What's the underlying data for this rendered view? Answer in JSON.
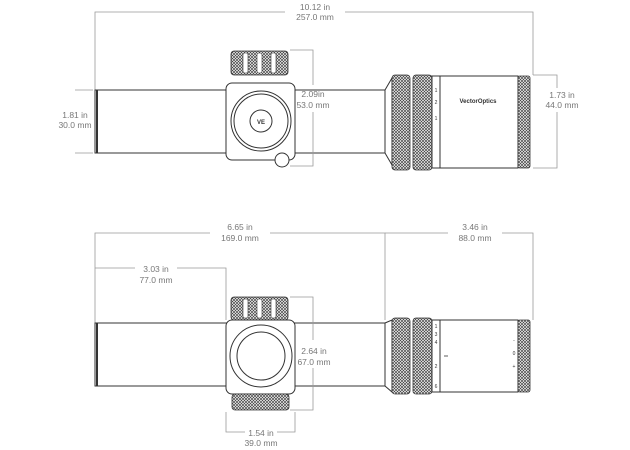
{
  "top_view": {
    "overall_length": {
      "in": "10.12 in",
      "mm": "257.0 mm"
    },
    "tube_diameter": {
      "in": "1.81 in",
      "mm": "30.0 mm"
    },
    "turret_height": {
      "in": "2.09in",
      "mm": "53.0 mm"
    },
    "objective_diameter": {
      "in": "1.73 in",
      "mm": "44.0 mm"
    },
    "brand_text": "VectorOptics",
    "zoom_marks": [
      "1",
      "2",
      "1"
    ]
  },
  "bottom_view": {
    "eyepiece_to_objective": {
      "in": "6.65 in",
      "mm": "169.0 mm"
    },
    "objective_length": {
      "in": "3.46 in",
      "mm": "88.0 mm"
    },
    "eyepiece_to_turret": {
      "in": "3.03 in",
      "mm": "77.0 mm"
    },
    "turret_height": {
      "in": "2.64 in",
      "mm": "67.0 mm"
    },
    "turret_width": {
      "in": "1.54 in",
      "mm": "39.0 mm"
    },
    "zoom_marks": [
      "1",
      "3",
      "4",
      "2",
      "6"
    ],
    "parallax_marks": [
      "-",
      "0",
      "+"
    ]
  },
  "colors": {
    "line": "#333333",
    "dimension": "#777777"
  }
}
